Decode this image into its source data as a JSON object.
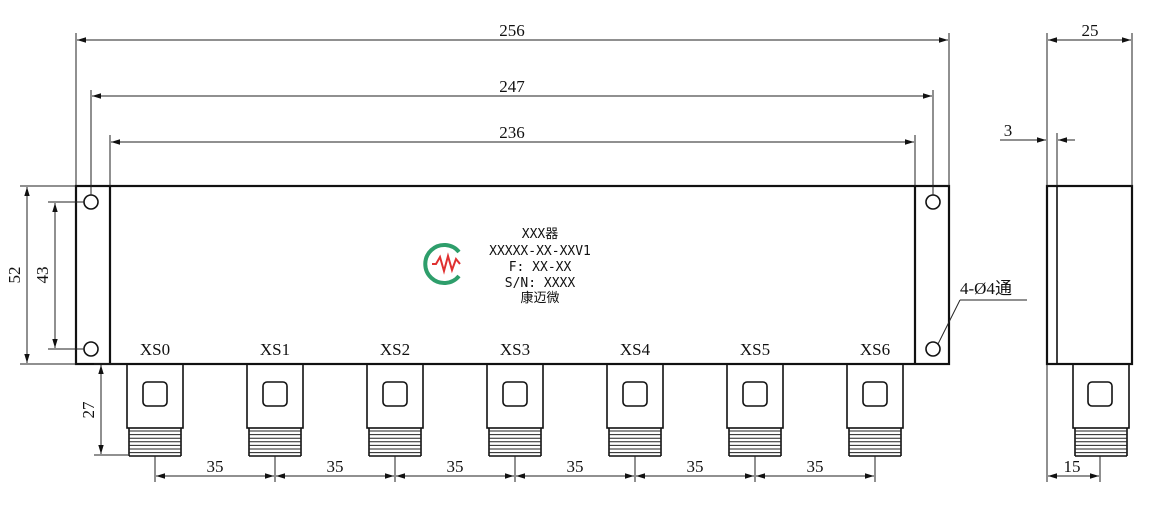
{
  "dimensions": {
    "overall_length": "256",
    "mounting_hole_pitch": "247",
    "body_length": "236",
    "overall_height": "52",
    "hole_vertical_pitch": "43",
    "connector_height": "27",
    "port_spacing": "35",
    "side_width": "25",
    "side_wall": "3",
    "side_connector_offset": "15"
  },
  "holes_note": "4-Ø4通",
  "label": {
    "line1": "XXX器",
    "line2": "XXXXX-XX-XXV1",
    "line3": "F: XX-XX",
    "line4": "S/N: XXXX",
    "line5": "康迈微"
  },
  "ports": [
    "XS0",
    "XS1",
    "XS2",
    "XS3",
    "XS4",
    "XS5",
    "XS6"
  ],
  "colors": {
    "line": "#111111",
    "logo_green": "#2e9e6b",
    "logo_red": "#e03030"
  }
}
